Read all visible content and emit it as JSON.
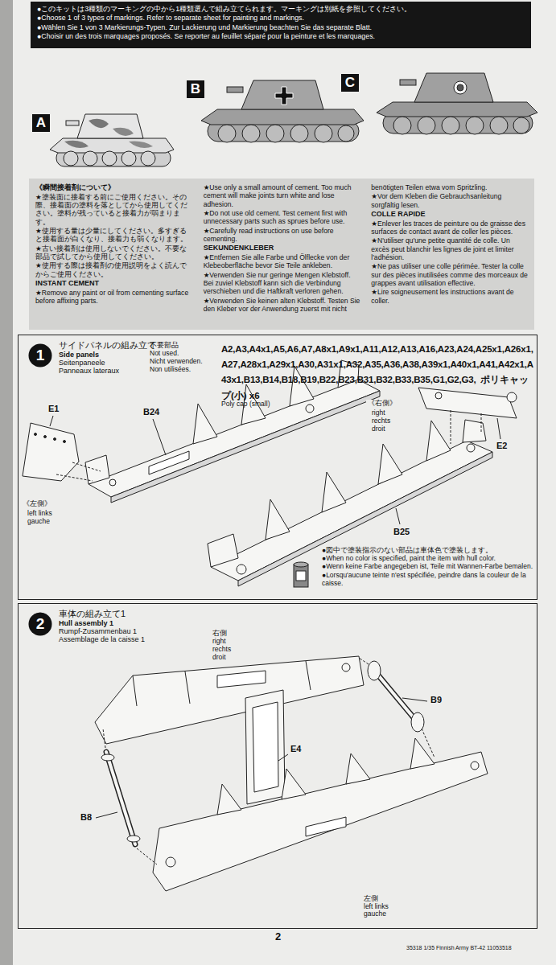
{
  "diagram": {
    "nodes": [
      {
        "text": [
          "●このキットは3種類のマーキングの中から1種類選んで組み立てられます。マーキングは別紙を参照してください。",
          "●Choose 1 of 3 types of markings. Refer to separate sheet for painting and markings.",
          "●Wählen Sie 1 von 3 Markierungs-Typen. Zur Lackierung und Markierung beachten Sie das separate Blatt.",
          "●Choisir un des trois marquages proposés. Se reporter au feuillet séparé pour la peinture et les marquages."
        ]
      },
      {
        "text": [
          "A"
        ]
      },
      {
        "text": [
          "B"
        ]
      },
      {
        "text": [
          "C"
        ]
      },
      {
        "text": [
          "《瞬間接着剤について》",
          "★塗装面に接着する前にご使用ください。その際、接着面の塗料を落としてから使用してください。塗料が残っていると接着力が弱まります。",
          "★使用する量は少量にしてください。多すぎると接着面が白くなり、接着力も弱くなります。",
          "★古い接着剤は使用しないでください。不要な部品で試してから使用してください。",
          "★使用する際は接着剤の使用説明をよく読んでからご使用ください。",
          "INSTANT CEMENT",
          "★Remove any paint or oil from cementing surface before affixing parts.",
          "★Use only a small amount of cement. Too much cement will make joints turn white and lose adhesion.",
          "★Do not use old cement. Test cement first with unnecessary parts such as sprues before use.",
          "★Carefully read instructions on use before cementing.",
          "SEKUNDENKLEBER",
          "★Entfernen Sie alle Farbe und Ölflecke von der Klebeoberfläche bevor Sie Teile ankleben.",
          "★Verwenden Sie nur geringe Mengen Klebstoff. Bei zuviel Klebstoff kann sich die Verbindung verschieben und die Haftkraft verloren gehen.",
          "★Verwenden Sie keinen alten Klebstoff. Testen Sie den Kleber vor der Anwendung zuerst mit nicht benötigten Teilen etwa vom Spritzling.",
          "★Vor dem Kleben die Gebrauchsanleitung sorgfältig lesen.",
          "COLLE RAPIDE",
          "★Enlever les traces de peinture ou de graisse des surfaces de contact avant de coller les pièces.",
          "★N'utiliser qu'une petite quantité de colle. Un excès peut blanchir les lignes de joint et limiter l'adhésion.",
          "★Ne pas utiliser une colle périmée. Tester la colle sur des pièces inutilisées comme des morceaux de grappes avant utilisation effective.",
          "★Lire soigneusement les instructions avant de coller."
        ]
      },
      {
        "text": [
          "サイドパネルの組み立て",
          "Side panels",
          "Seitenpaneele",
          "Panneaux lateraux"
        ]
      },
      {
        "text": [
          "1"
        ],
        "in": 5
      },
      {
        "text": [
          "車体の組み立て1",
          "Hull assembly 1",
          "Rumpf-Zusammenbau 1",
          "Assemblage de la caisse 1"
        ]
      },
      {
        "text": [
          "2"
        ],
        "in": 7
      }
    ],
    "labels": [
      "不要部品",
      "Not used.",
      "Nicht verwenden.",
      "Non utilisées.",
      "A2,A3,A4x1,A5,A6,A7,A8x1,A9x1,A11,A12,A13,A16,A23,A24,A25x1,A26x1,A27,A28x1,A29x1,A30,A31x1,A32,A35,A36,A38,A39x1,A40x1,A41,A42x1,A43x1,B13,B14,B18,B19,B22,B23,B31,B32,B33,B35,G1,G2,G3,",
      "ポリキャップ(小) x6",
      "Poly cap (small)",
      "E1",
      "B24",
      "《左側》",
      "left links gauche",
      "《右側》",
      "right rechts droit",
      "E2",
      "B25",
      "●図中で塗装指示のない部品は車体色で塗装します。",
      "●When no color is specified, paint the item with hull color.",
      "●Wenn keine Farbe angegeben ist, Teile mit Wannen-Farbe bemalen.",
      "●Lorsqu'aucune teinte n'est spécifiée, peindre dans la couleur de la caisse.",
      "右側",
      "right rechts droit",
      "E4",
      "B9",
      "B8",
      "左側",
      "left links gauche",
      "2",
      "35318 1/35 Finnish Army BT-42 11053518"
    ]
  }
}
